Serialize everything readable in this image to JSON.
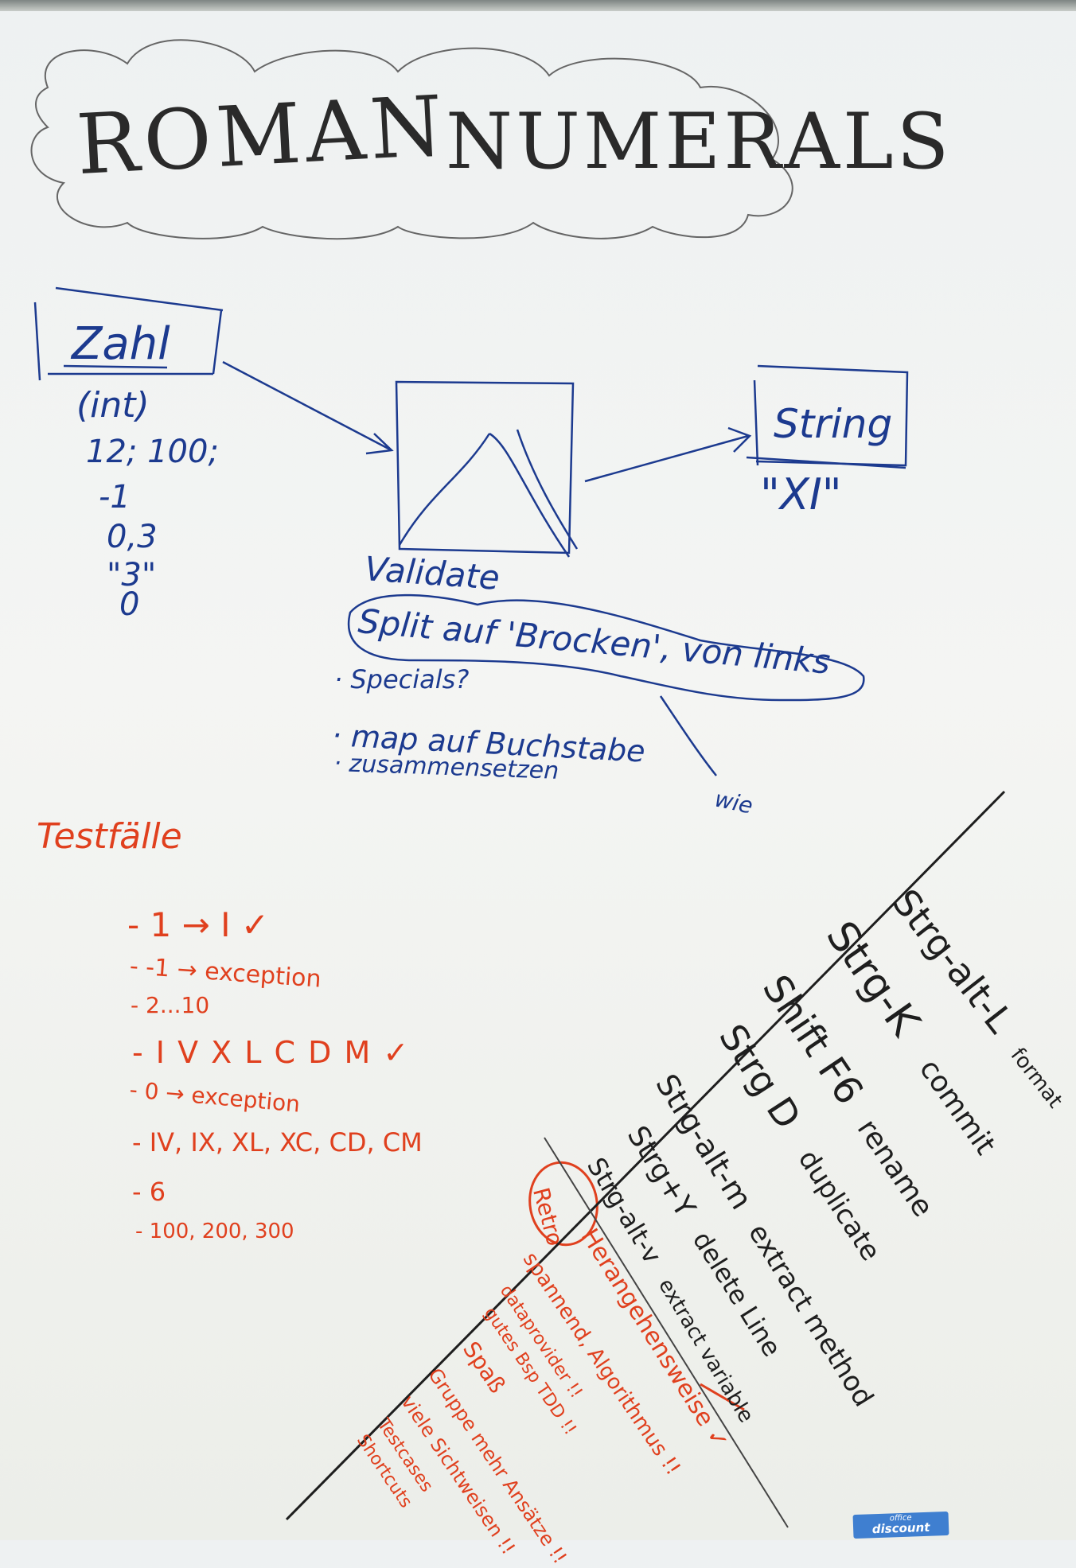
{
  "title": {
    "part1": "Roman",
    "part2": "Numerals"
  },
  "input": {
    "box_label": "Zahl",
    "type_label": "(int)",
    "examples": [
      "12; 100;",
      "-1",
      "0,3",
      "\"3\"",
      "0"
    ]
  },
  "output": {
    "box_label": "String",
    "example": "\"XI\""
  },
  "process": {
    "validate": "Validate",
    "split": "Split auf 'Brocken', von links",
    "specials": "· Specials?",
    "map": "· map auf Buchstabe",
    "combine": "· zusammensetzen",
    "how": "wie"
  },
  "testcases": {
    "heading": "Testfälle",
    "items": [
      "- 1 → I ✓",
      "- -1 → exception",
      "- 2...10",
      "- I V X L C D M ✓",
      "- 0 → exception",
      "- IV, IX, XL, XC, CD, CM",
      "- 6",
      "- 100, 200, 300"
    ]
  },
  "shortcuts": [
    {
      "keys": "Strg-alt-L",
      "action": "format"
    },
    {
      "keys": "Strg-K",
      "action": "commit"
    },
    {
      "keys": "Shift F6",
      "action": "rename"
    },
    {
      "keys": "Strg D",
      "action": "duplicate"
    },
    {
      "keys": "Strg-alt-m",
      "action": "extract method"
    },
    {
      "keys": "Strg+Y",
      "action": "delete Line"
    },
    {
      "keys": "Strg-alt-v",
      "action": "extract variable"
    }
  ],
  "retro": {
    "badge": "Retro",
    "items": [
      "Herangehensweise ✓",
      "spannend, Algorithmus !!",
      "dataprovider !!",
      "gutes Bsp TDD !!",
      "Spaß",
      "Gruppe mehr Ansätze !!",
      "viele Sichtweisen !!",
      "Testcases",
      "Shortcuts"
    ]
  },
  "logo": {
    "line1": "office",
    "line2": "discount"
  },
  "colors": {
    "blue": "#1c3a8f",
    "red": "#e0401e",
    "black": "#1e1e1e"
  }
}
